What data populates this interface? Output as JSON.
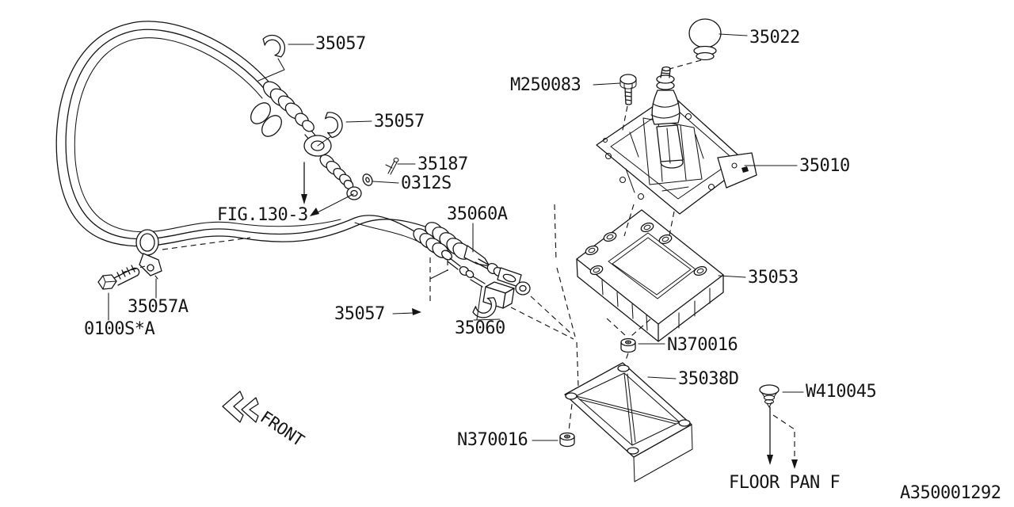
{
  "diagram": {
    "type": "exploded-parts-diagram",
    "subject": "manual gear shift lever and cable system",
    "drawing_number": "A350001292",
    "figure_reference": "FIG.130-3",
    "orientation_label": "FRONT",
    "floor_reference": "FLOOR PAN F"
  },
  "colors": {
    "line": "#151515",
    "background": "#ffffff"
  },
  "labels": {
    "clip_top": "35057",
    "clip_mid": "35057",
    "clip_bottom": "35057",
    "cotter_pin": "35187",
    "washer": "0312S",
    "fig_ref": "FIG.130-3",
    "cable_select": "35060A",
    "cable_shift": "35060",
    "lever_bolt": "M250083",
    "knob": "35022",
    "lever_assembly": "35010",
    "spacer_plate": "35053",
    "clamp": "35057A",
    "clamp_bolt": "0100S*A",
    "nut_upper": "N370016",
    "nut_lower": "N370016",
    "gasket": "35038D",
    "floor_screw": "W410045",
    "front": "FRONT",
    "floor_pan": "FLOOR PAN F",
    "drawing_number": "A350001292"
  }
}
